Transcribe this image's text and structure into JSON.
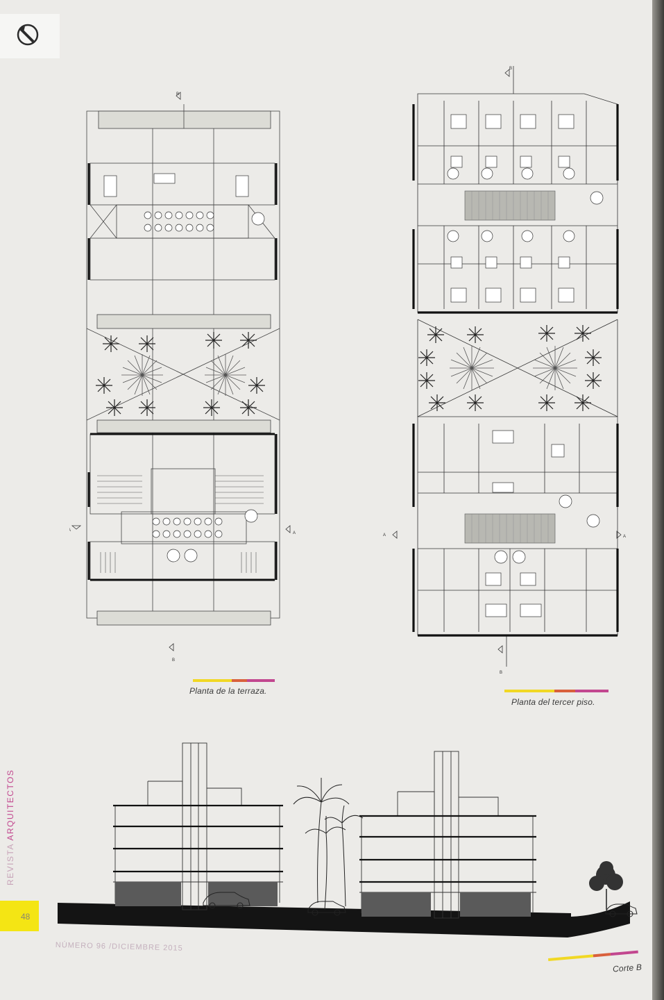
{
  "brand": {
    "magazine_prefix": "REVISTA ",
    "magazine_name": "ARQUITECTOS",
    "logo_icon": "circle-slash-logo-icon",
    "accent_color": "#c2478f",
    "yellow_color": "#f4e514"
  },
  "page": {
    "number": "48",
    "issue": "NÚMERO 96 /DICIEMBRE 2015"
  },
  "drawings": {
    "terrace_plan": {
      "caption": "Planta de la terraza.",
      "section_marker": "B",
      "cut_marker": "A"
    },
    "third_floor_plan": {
      "caption": "Planta del tercer piso.",
      "section_marker": "B",
      "cut_marker": "A"
    },
    "section": {
      "caption": "Corte B"
    }
  },
  "caption_bar_colors": [
    "#f1d824",
    "#e0902c",
    "#c8305e",
    "#c2478f"
  ]
}
